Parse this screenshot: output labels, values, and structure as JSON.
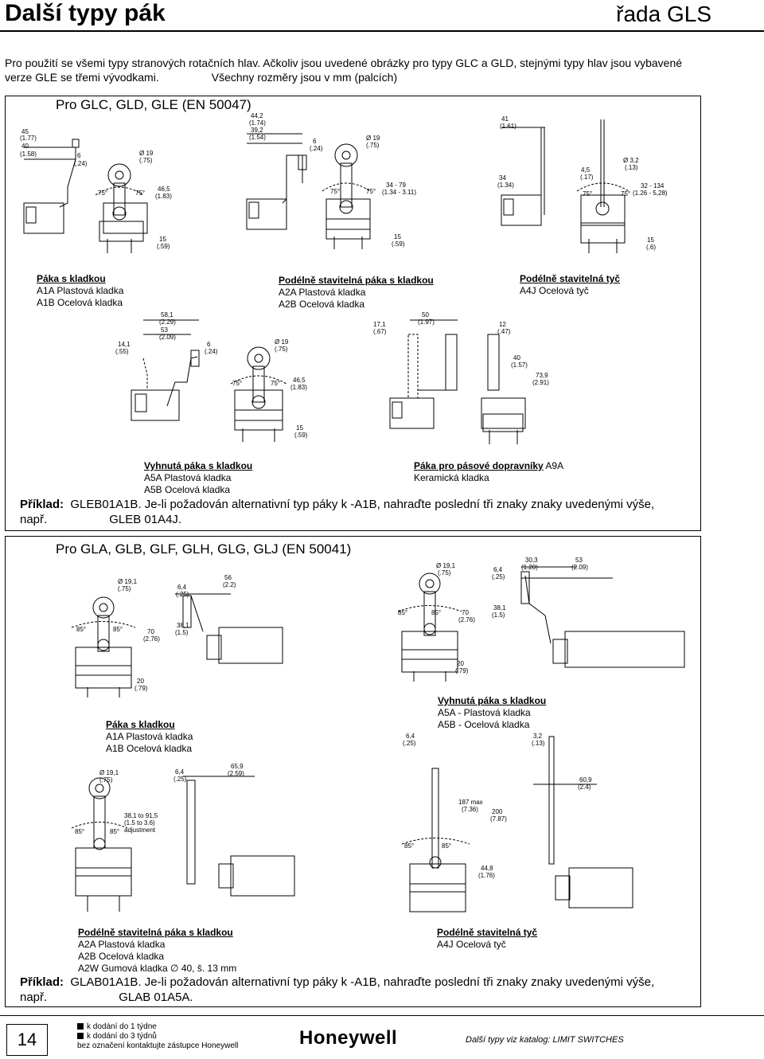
{
  "header": {
    "title": "Další typy pák",
    "series": "řada GLS"
  },
  "intro": {
    "line1": "Pro použití se všemi typy stranových rotačních hlav. Ačkoliv jsou uvedené obrázky  pro typy GLC a GLD, stejnými typy hlav jsou vybavené",
    "line2a": "verze GLE se třemi vývodkami.",
    "line2b": "Všechny rozměry jsou v mm (palcích)"
  },
  "panel1": {
    "title": "Pro GLC, GLD, GLE (EN 50047)",
    "captions": [
      {
        "heading": "Páka s kladkou",
        "lines": [
          "A1A Plastová kladka",
          "A1B Ocelová kladka"
        ]
      },
      {
        "heading": "Podélně stavitelná páka s kladkou",
        "lines": [
          "A2A Plastová kladka",
          "A2B Ocelová kladka"
        ]
      },
      {
        "heading": "Podélně stavitelná tyč",
        "lines": [
          "A4J Ocelová tyč"
        ]
      },
      {
        "heading": "Vyhnutá páka s kladkou",
        "lines": [
          "A5A Plastová kladka",
          "A5B Ocelová kladka"
        ]
      },
      {
        "heading": "Páka pro pásové dopravníky",
        "suffix": " A9A",
        "lines": [
          "Keramická kladka"
        ]
      }
    ],
    "example": {
      "label": "Příklad:",
      "code": "GLEB01A1B",
      "text": ". Je-li požadován alternativní typ páky k -A1B, nahraďte poslední tři znaky znaky uvedenými výše,",
      "label2": "např.",
      "code2": "GLEB 01A4J."
    },
    "dims": {
      "d1": [
        "45",
        "(1.77)",
        "40",
        "(1.58)",
        "6",
        "(.24)",
        "Ø 19",
        "(.75)",
        "75°",
        "75°",
        "46,5",
        "(1.83)",
        "15",
        "(.59)"
      ],
      "d2": [
        "44,2",
        "(1.74)",
        "39,2",
        "(1.54)",
        "6",
        "(.24)",
        "Ø 19",
        "(.75)",
        "75°",
        "75°",
        "34 - 79",
        "(1.34 - 3.11)",
        "15",
        "(.59)"
      ],
      "d3": [
        "41",
        "(1.61)",
        "34",
        "(1.34)",
        "4,5",
        "(.17)",
        "Ø 3,2",
        "(.13)",
        "75°",
        "75°",
        "32 - 134",
        "(1.26 - 5,28)",
        "15",
        "(.6)"
      ],
      "d4": [
        "58,1",
        "(2.29)",
        "53",
        "(2.09)",
        "14,1",
        "(.55)",
        "6",
        "(.24)",
        "Ø 19",
        "(.75)",
        "75°",
        "75°",
        "46,5",
        "(1.83)",
        "15",
        "(.59)"
      ],
      "d5": [
        "50",
        "(1.97)",
        "17,1",
        "(.67)",
        "12",
        "(.47)",
        "40",
        "(1.57)",
        "73,9",
        "(2.91)"
      ]
    }
  },
  "panel2": {
    "title": "Pro GLA, GLB, GLF, GLH, GLG, GLJ (EN 50041)",
    "captions": [
      {
        "heading": "Páka s kladkou",
        "lines": [
          "A1A Plastová kladka",
          "A1B Ocelová kladka"
        ]
      },
      {
        "heading": "Vyhnutá páka s kladkou",
        "lines": [
          "A5A - Plastová kladka",
          "A5B - Ocelová kladka"
        ]
      },
      {
        "heading": "Podélně stavitelná páka s kladkou",
        "lines": [
          "A2A Plastová kladka",
          "A2B Ocelová kladka",
          "A2W Gumová kladka ∅ 40, š. 13 mm"
        ]
      },
      {
        "heading": "Podélně stavitelná tyč",
        "lines": [
          "A4J Ocelová tyč"
        ]
      }
    ],
    "example": {
      "label": "Příklad:",
      "code": "GLAB01A1B",
      "text": ". Je-li požadován alternativní typ páky k -A1B, nahraďte poslední tři znaky znaky uvedenými výše,",
      "label2": "např.",
      "code2": "GLAB 01A5A."
    },
    "dims": {
      "d1": [
        "Ø 19,1",
        "(.75)",
        "6,4",
        "(.25)",
        "56",
        "(2.2)",
        "85°",
        "85°",
        "70",
        "(2.76)",
        "38,1",
        "(1.5)",
        "20",
        "(.79)"
      ],
      "d2": [
        "Ø 19,1",
        "(.75)",
        "6,4",
        "(.25)",
        "30,3",
        "(1.20)",
        "53",
        "(2.09)",
        "85°",
        "85°",
        "70",
        "(2.76)",
        "38,1",
        "(1.5)",
        "20",
        "(.79)"
      ],
      "d3": [
        "Ø 19,1",
        "(.75)",
        "6,4",
        "(.25)",
        "65,9",
        "(2.59)",
        "38,1 to 91,5",
        "(1.5 to 3.6)",
        "adjustment",
        "85°",
        "85°"
      ],
      "d4": [
        "6,4",
        "(.25)",
        "3,2",
        "(.13)",
        "60,9",
        "(2.4)",
        "187 max",
        "(7.36)",
        "200",
        "(7.87)",
        "85°",
        "85°",
        "44,8",
        "(1.76)"
      ]
    }
  },
  "footer": {
    "page": "14",
    "legend": [
      "k dodání do 1 týdne",
      "k dodání do 3 týdnů",
      "bez označení kontaktujte zástupce Honeywell"
    ],
    "logo": "Honeywell",
    "right": "Další typy viz katalog: LIMIT SWITCHES"
  }
}
